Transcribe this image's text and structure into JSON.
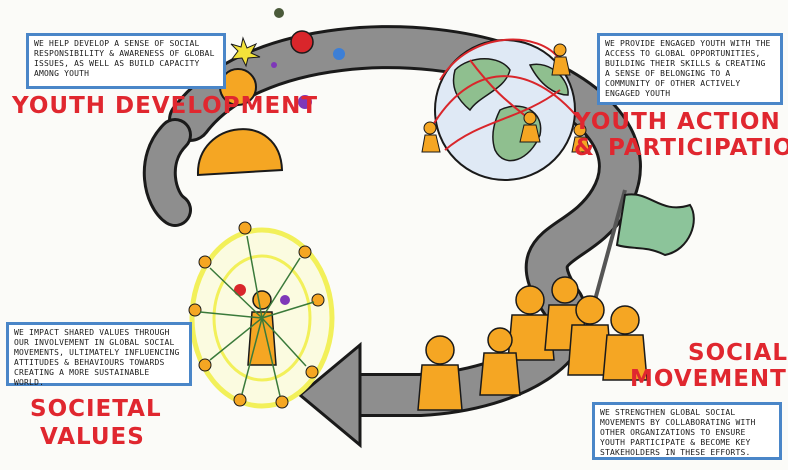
{
  "colors": {
    "title_red": "#e0272f",
    "box_border": "#4a86c8",
    "arrow_gray": "#8e8e8e",
    "figure_orange": "#f5a623",
    "globe_green": "#8fbf8f",
    "flag_green": "#8cc49a",
    "halo_yellow": "#f2f05a"
  },
  "sections": {
    "youth_development": {
      "title": "Youth Development",
      "text": "We help develop a sense of social responsibility & awareness of global issues, as well as build capacity among youth"
    },
    "youth_action": {
      "title_line1": "Youth Action &",
      "title_line2": "Participation",
      "text": "We provide engaged youth with the access to global opportunities, building their skills & creating a sense of belonging to a community of other actively engaged youth"
    },
    "social_movements": {
      "title_line1": "Social",
      "title_line2": "Movements",
      "text": "We strengthen global social movements by collaborating with other organizations to ensure youth participate & become key stakeholders in these efforts."
    },
    "societal_values": {
      "title_line1": "Societal",
      "title_line2": "Values",
      "text": "We impact shared values through our involvement in global social movements, ultimately influencing attitudes & behaviours towards creating a more sustainable world."
    }
  },
  "icons": [
    "cycle-arrow-icon",
    "person-icon",
    "globe-icon",
    "flag-icon",
    "crowd-icon",
    "network-icon",
    "spark-icon"
  ]
}
